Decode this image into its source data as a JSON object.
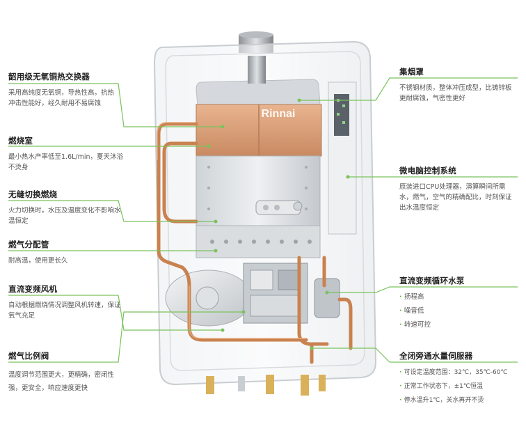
{
  "brand": "Rinnai",
  "components": [
    {
      "title": "韶用级无氧铜热交换器",
      "desc": "采用高纯度无氧铜，导热性高，抗热冲击性能好，经久耐用不易腐蚀"
    },
    {
      "title": "燃烧室",
      "desc": "最小热水产率低至1.6L/min，夏天沐浴不烫身"
    },
    {
      "title": "无缝切换燃烧",
      "desc": "火力切换时，水压及温度变化不影响水温恒定"
    },
    {
      "title": "燃气分配管",
      "desc": "耐高温，使用更长久"
    },
    {
      "title": "直流变频风机",
      "desc": "自动根据燃烧情况调整风机转速，保证氧气充足"
    },
    {
      "title": "燃气比例阀",
      "desc": "温度调节范围更大，更精确，密闭性强，更安全，响应速度更快"
    },
    {
      "title": "集烟罩",
      "desc": "不锈钢材质，整体冲压成型，比铸锌板更耐腐蚀，气密性更好"
    },
    {
      "title": "微电脑控制系统",
      "desc": "原装进口CPU处理器，演算瞬间所需水，燃气，空气的精确配比，时刻保证出水温度恒定"
    },
    {
      "title": "直流变频循环水泵",
      "bullets": [
        "扬程高",
        "噪音低",
        "转速可控"
      ]
    },
    {
      "title": "全闭旁通水量伺服器",
      "bullets": [
        "可设定温度范围：32℃，35℃-60℃",
        "正常工作状态下，±1℃恒温",
        "停水温升1℃，关水再开不烫"
      ]
    }
  ]
}
